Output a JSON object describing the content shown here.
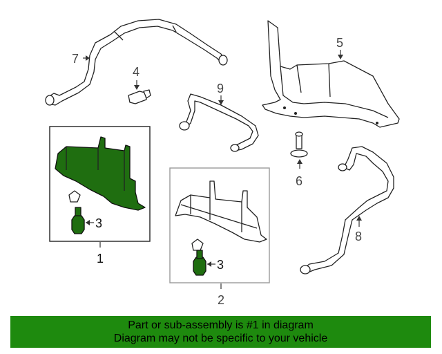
{
  "callouts": {
    "c1": "1",
    "c2": "2",
    "c3a": "3",
    "c3b": "3",
    "c4": "4",
    "c5": "5",
    "c6": "6",
    "c7": "7",
    "c8": "8",
    "c9": "9"
  },
  "banner": {
    "line1": "Part or sub-assembly is #1 in diagram",
    "line2": "Diagram may not be specific to your vehicle"
  },
  "colors": {
    "highlight_part": "#1f6e10",
    "banner_bg": "#1e8a0e"
  }
}
